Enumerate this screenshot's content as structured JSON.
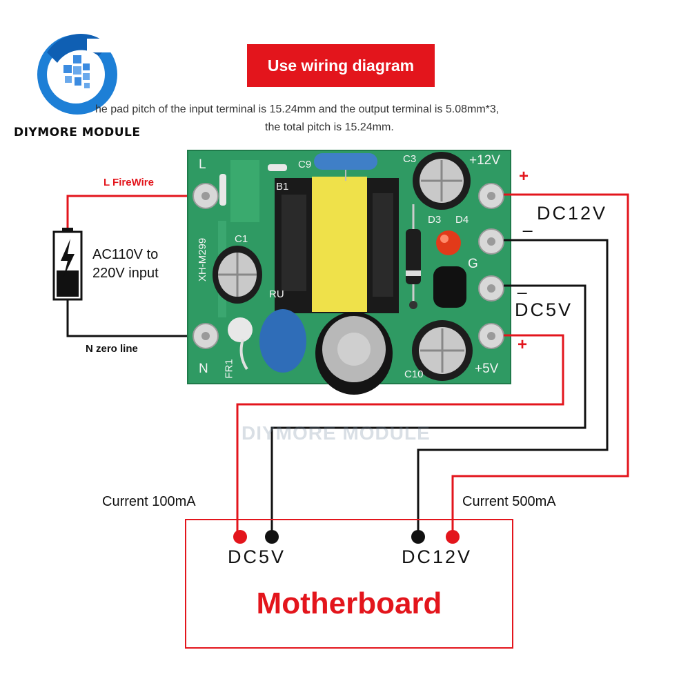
{
  "brand": {
    "name": "DIYMORE MODULE"
  },
  "header": {
    "title": "Use wiring diagram"
  },
  "description": {
    "line1": "he pad pitch of the input terminal is 15.24mm and the output terminal is 5.08mm*3,",
    "line2": "the total pitch is 15.24mm."
  },
  "input": {
    "live_label": "L FireWire",
    "neutral_label": "N zero line",
    "source_line1": "AC110V to",
    "source_line2": "220V input"
  },
  "pcb": {
    "model": "XH-M299",
    "pin_L": "L",
    "pin_N": "N",
    "out_12v": "+12V",
    "out_g": "G",
    "out_5v": "+5V",
    "ref_c1": "C1",
    "ref_b1": "B1",
    "ref_c9": "C9",
    "ref_c3": "C3",
    "ref_d3": "D3",
    "ref_d4": "D4",
    "ref_ru": "RU",
    "ref_fr1": "FR1",
    "ref_c10": "C10"
  },
  "outputs": {
    "dc12_label": "DC12V",
    "dc5_label": "DC5V",
    "plus": "+",
    "minus": "_"
  },
  "load": {
    "current_5v": "Current 100mA",
    "current_12v": "Current 500mA",
    "title": "Motherboard",
    "dc5_label": "DC5V",
    "dc12_label": "DC12V"
  },
  "watermark": "DIYMORE MODULE",
  "colors": {
    "accent": "#e3151c",
    "pcb": "#2f9a63",
    "wire_black": "#111111",
    "wire_red": "#e3151c"
  }
}
